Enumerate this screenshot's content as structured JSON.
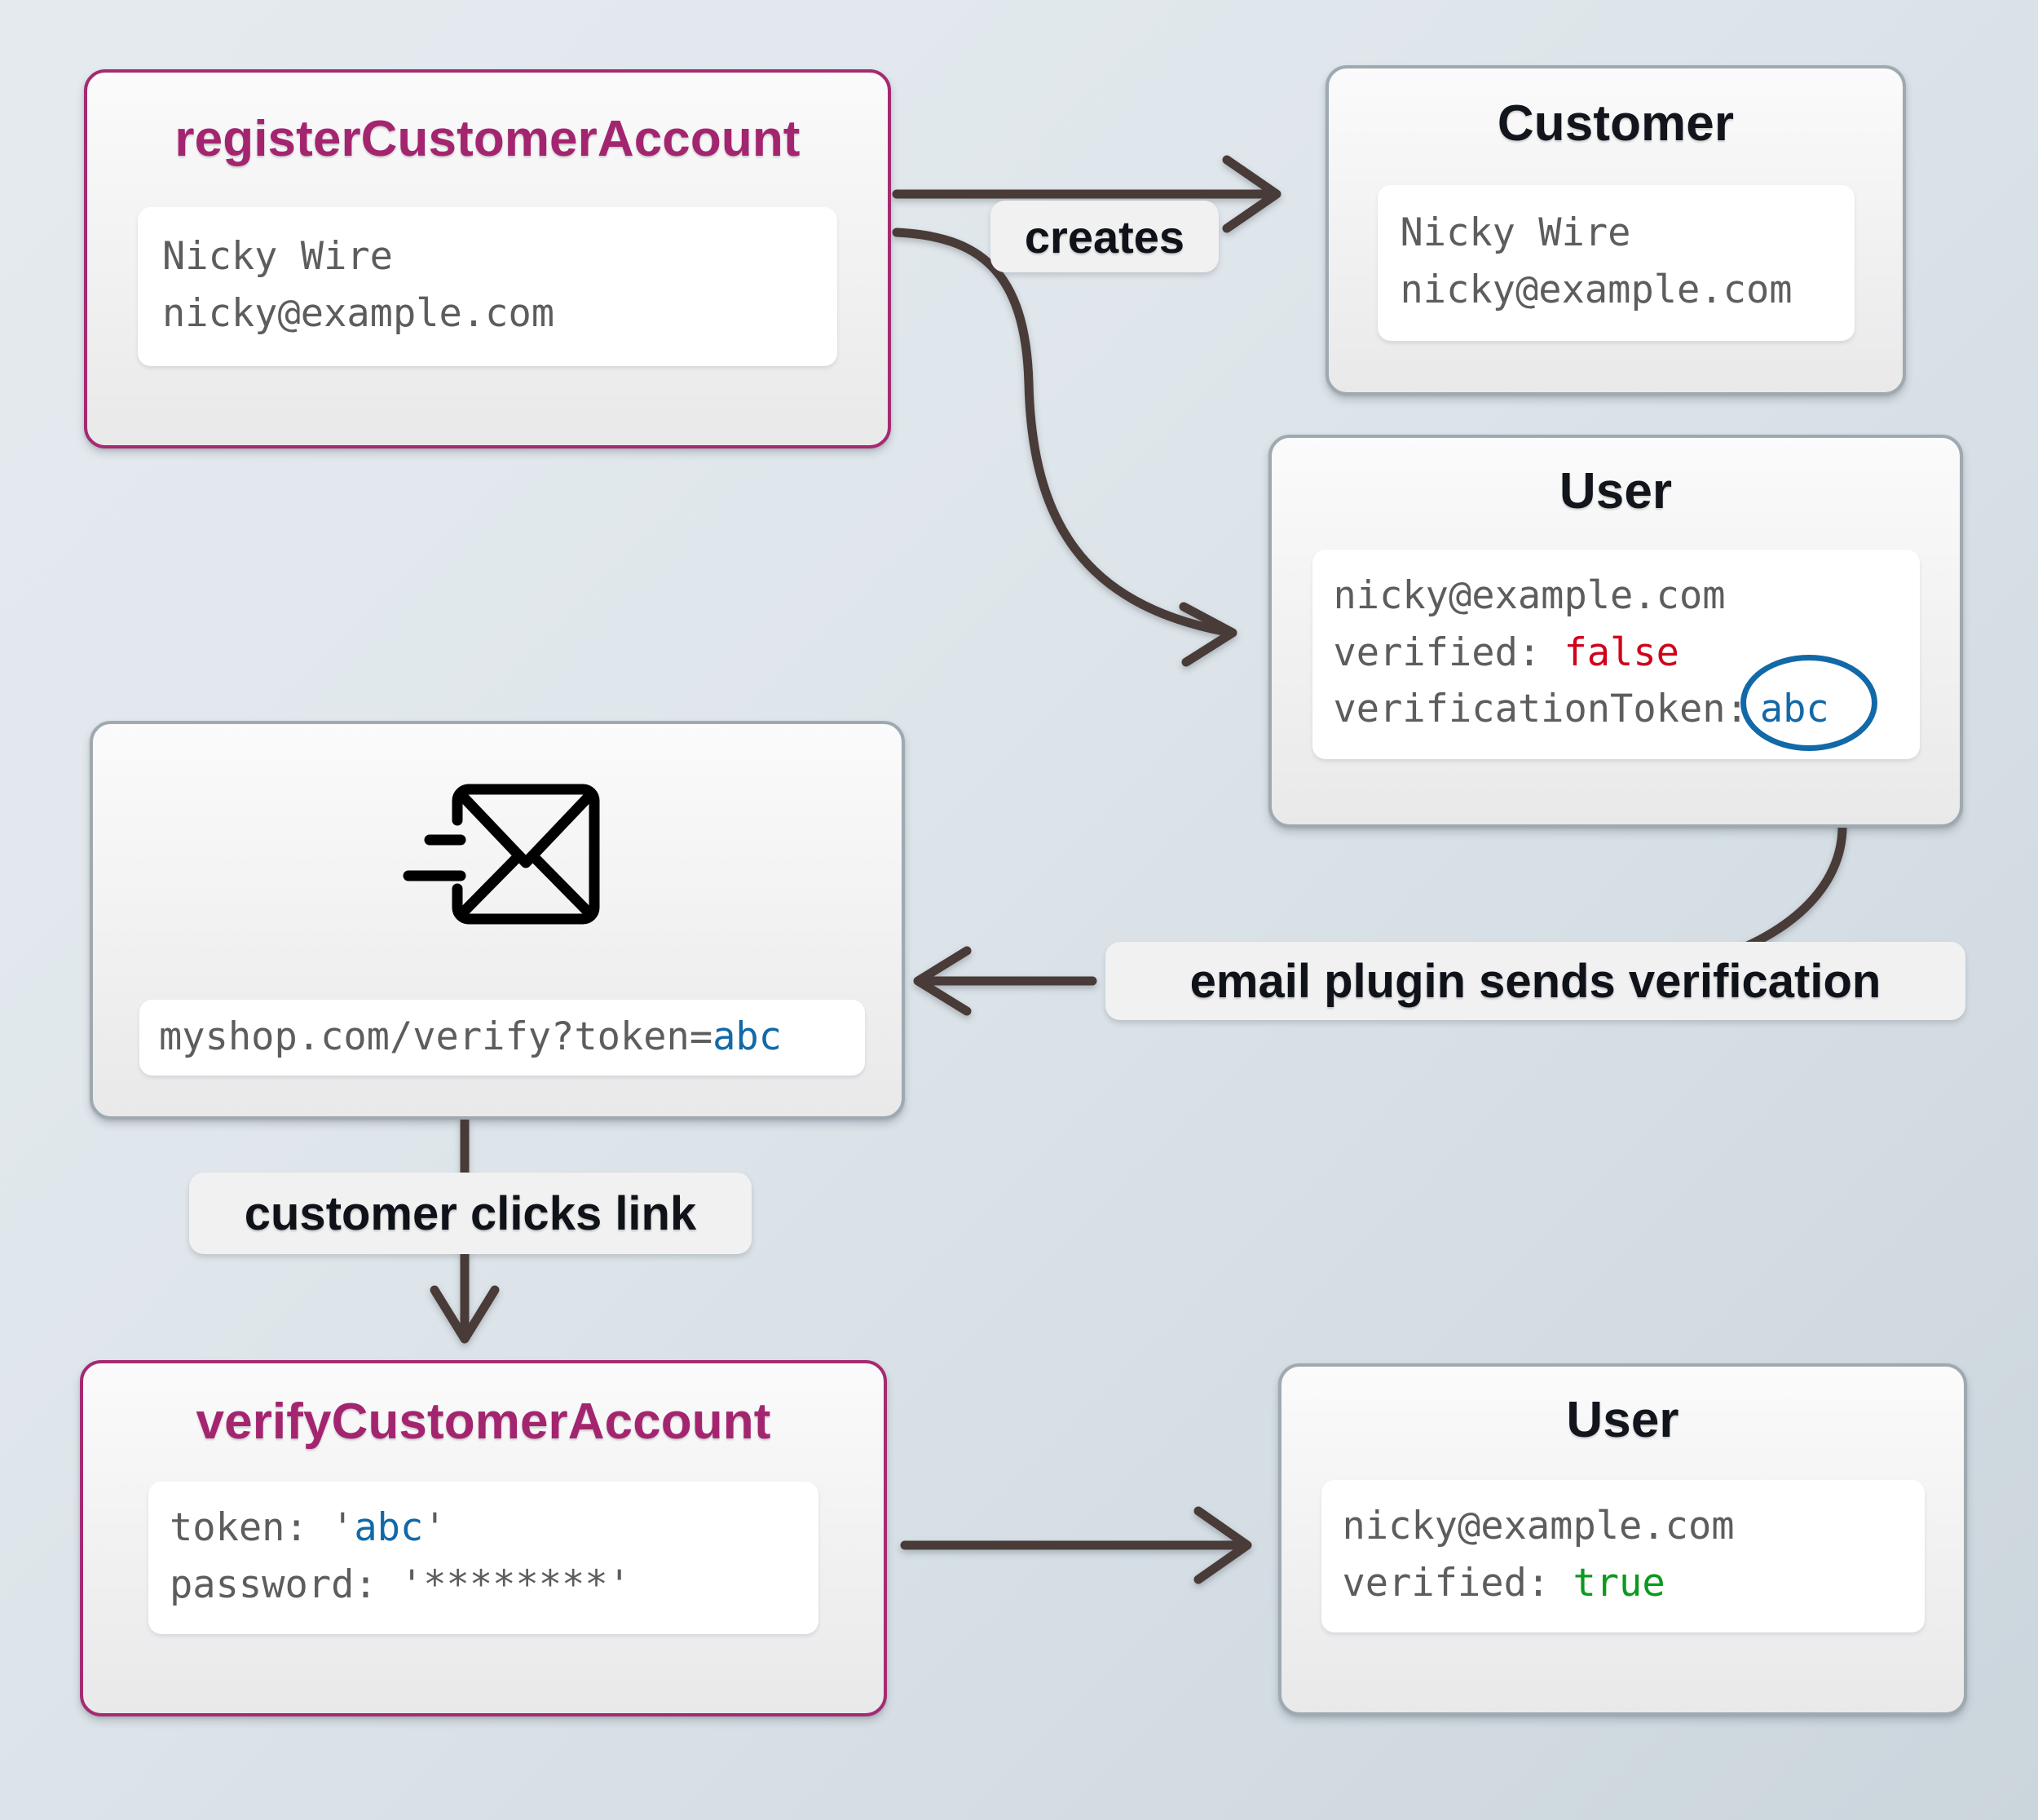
{
  "colors": {
    "accent": "#a4256f",
    "accent_border": "#a52a72",
    "neutral_border": "#9fa9b0",
    "edge": "#4a3b38",
    "token_blue": "#1269a8",
    "false_red": "#d0021b",
    "true_green": "#0a9a1e",
    "bg_start": "#e5eaef",
    "bg_end": "#cbd5dc"
  },
  "nodes": {
    "register": {
      "title": "registerCustomerAccount",
      "lines": [
        "Nicky Wire",
        "nicky@example.com"
      ]
    },
    "customer": {
      "title": "Customer",
      "lines": [
        "Nicky Wire",
        "nicky@example.com"
      ]
    },
    "user_unverified": {
      "title": "User",
      "email": "nicky@example.com",
      "verified_key": "verified: ",
      "verified_value": "false",
      "token_key": "verificationToken:",
      "token_value": "abc"
    },
    "email": {
      "icon": "send-email-envelope-icon",
      "url_prefix": "myshop.com/verify?token=",
      "url_token": "abc"
    },
    "verify": {
      "title": "verifyCustomerAccount",
      "token_key": "token:  ",
      "token_quote_open": "'",
      "token_value": "abc",
      "token_quote_close": "'",
      "password_key": "password:  ",
      "password_value": "'********'"
    },
    "user_verified": {
      "title": "User",
      "email": "nicky@example.com",
      "verified_key": "verified: ",
      "verified_value": "true"
    }
  },
  "edges": {
    "creates": "creates",
    "email_plugin": "email plugin sends verification",
    "customer_clicks": "customer clicks link"
  }
}
